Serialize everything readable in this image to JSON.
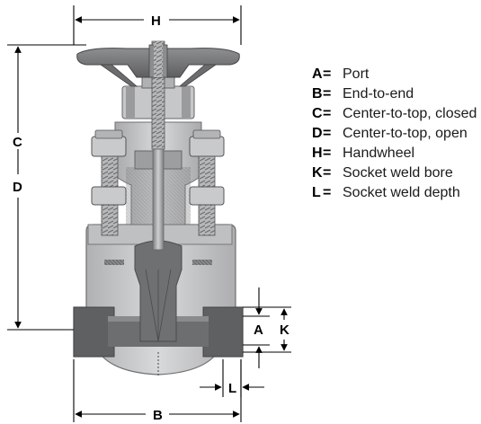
{
  "dimension_labels": {
    "H": "H",
    "C": "C",
    "D": "D",
    "A": "A",
    "K": "K",
    "L": "L",
    "B": "B"
  },
  "legend": [
    {
      "key": "A",
      "sep": "=",
      "text": "Port"
    },
    {
      "key": "B",
      "sep": "=",
      "text": "End-to-end"
    },
    {
      "key": "C",
      "sep": "=",
      "text": "Center-to-top, closed"
    },
    {
      "key": "D",
      "sep": "=",
      "text": "Center-to-top, open"
    },
    {
      "key": "H",
      "sep": "=",
      "text": "Handwheel"
    },
    {
      "key": "K",
      "sep": "=",
      "text": "Socket weld bore"
    },
    {
      "key": "L",
      "sep": "=",
      "text": "Socket weld depth"
    }
  ],
  "colors": {
    "body": "#c4c5c7",
    "body_dark": "#8f9092",
    "handwheel": "#7a7b7d",
    "stem": "#a8a9ab",
    "cavity": "#6a6b6d",
    "dimension_lines": "#000000"
  }
}
